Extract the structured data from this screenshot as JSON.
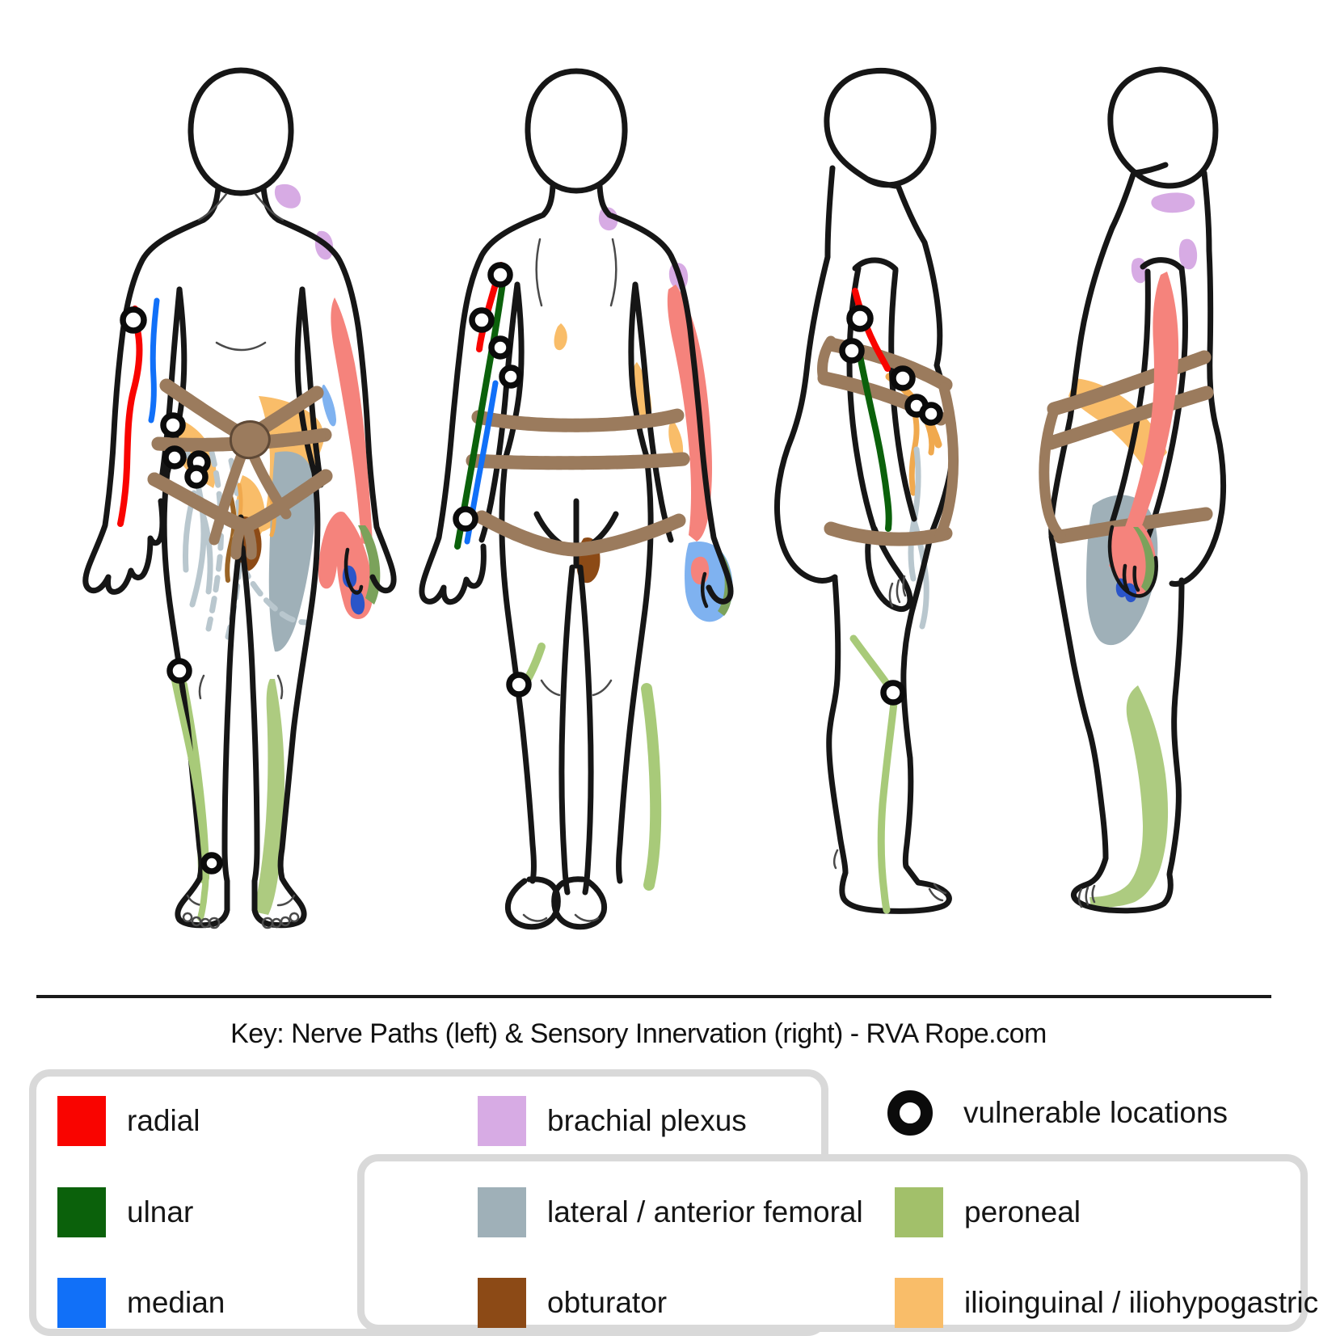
{
  "title": "Key: Nerve Paths (left) & Sensory Innervation (right) - RVA Rope.com",
  "legend": {
    "radial": {
      "label": "radial"
    },
    "brachial_plexus": {
      "label": "brachial plexus"
    },
    "vulnerable": {
      "label": "vulnerable locations"
    },
    "ulnar": {
      "label": "ulnar"
    },
    "median": {
      "label": "median"
    },
    "lateral_anterior_femoral": {
      "label": "lateral / anterior femoral"
    },
    "obturator": {
      "label": "obturator"
    },
    "peroneal": {
      "label": "peroneal"
    },
    "ilioinguinal_iliohypogastric": {
      "label": "ilioinguinal / iliohypogastric"
    }
  },
  "colors": {
    "outline": "#161616",
    "radial": "#f90400",
    "radial_region": "#f5837c",
    "ulnar": "#0b610b",
    "ulnar_region": "#7ba25b",
    "median": "#1170f8",
    "median_region": "#7fb2f0",
    "median_tip": "#2b55c8",
    "brachial_plexus": "#d7abe4",
    "femoral_region": "#9fb0b8",
    "femoral_path": "#b9c7ce",
    "obturator": "#8c4a16",
    "obturator_path": "#9a6426",
    "peroneal": "#a2c06a",
    "peroneal_line": "#a8ca79",
    "peroneal_region": "#adcb80",
    "ilioinguinal": "#f9bd69",
    "ilioinguinal_line": "#f0a94e",
    "rope": "#9b7b5d",
    "rope_dark": "#5f4936",
    "legend_border": "#d9d9d9"
  }
}
